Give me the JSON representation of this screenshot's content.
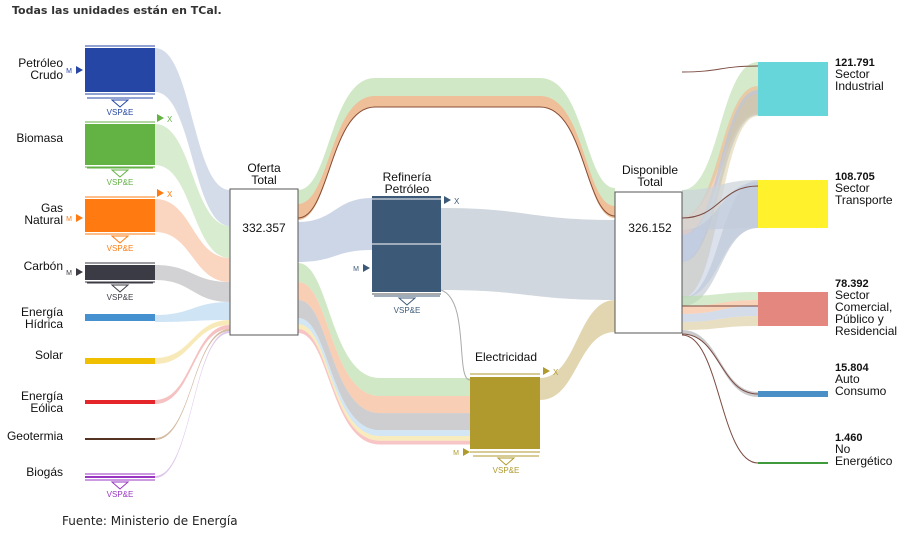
{
  "note": "Todas las unidades están en TCal.",
  "source": "Fuente: Ministerio de Energía",
  "sources": [
    {
      "id": "petroleo",
      "lines": [
        "Petróleo",
        "Crudo"
      ],
      "color": "#2546a5",
      "tags": [
        "M"
      ],
      "vsp": "VSP&E"
    },
    {
      "id": "biomasa",
      "lines": [
        "Biomasa"
      ],
      "color": "#63b244",
      "tags": [
        "X"
      ],
      "vsp": "VSP&E"
    },
    {
      "id": "gas",
      "lines": [
        "Gas",
        "Natural"
      ],
      "color": "#ff7b12",
      "tags": [
        "X",
        "M"
      ],
      "vsp": "VSP&E"
    },
    {
      "id": "carbon",
      "lines": [
        "Carbón"
      ],
      "color": "#3b3b45",
      "tags": [
        "M"
      ],
      "vsp": "VSP&E"
    },
    {
      "id": "hidrica",
      "lines": [
        "Energía",
        "Hídrica"
      ],
      "color": "#4590cf",
      "tags": [],
      "vsp": ""
    },
    {
      "id": "solar",
      "lines": [
        "Solar"
      ],
      "color": "#f0c000",
      "tags": [],
      "vsp": ""
    },
    {
      "id": "eolica",
      "lines": [
        "Energía",
        "Eólica"
      ],
      "color": "#e4262b",
      "tags": [],
      "vsp": ""
    },
    {
      "id": "geotermia",
      "lines": [
        "Geotermia"
      ],
      "color": "#553322",
      "tags": [],
      "vsp": ""
    },
    {
      "id": "biogas",
      "lines": [
        "Biogás"
      ],
      "color": "#9a35c2",
      "tags": [],
      "vsp": "VSP&E"
    }
  ],
  "oferta": {
    "lines": [
      "Oferta",
      "Total"
    ],
    "value": "332.357"
  },
  "refineria": {
    "lines": [
      "Refinería",
      "Petróleo"
    ],
    "tags": [
      "X",
      "M"
    ],
    "vsp": "VSP&E"
  },
  "electricidad": {
    "label": "Electricidad",
    "color": "#b09a2e",
    "tags": [
      "X",
      "M"
    ],
    "vsp": "VSP&E"
  },
  "disponible": {
    "lines": [
      "Disponible",
      "Total"
    ],
    "value": "326.152"
  },
  "sinks": [
    {
      "id": "industrial",
      "value": "121.791",
      "lines": [
        "Sector",
        "Industrial"
      ],
      "color": "#66d6da"
    },
    {
      "id": "transporte",
      "value": "108.705",
      "lines": [
        "Sector",
        "Transporte"
      ],
      "color": "#fff22c"
    },
    {
      "id": "comercial",
      "value": "78.392",
      "lines": [
        "Sector",
        "Comercial,",
        "Público y",
        "Residencial"
      ],
      "color": "#e3877f"
    },
    {
      "id": "autoconsumo",
      "value": "15.804",
      "lines": [
        "Auto",
        "Consumo"
      ],
      "color": "#4a8fc6"
    },
    {
      "id": "noenergetico",
      "value": "1.460",
      "lines": [
        "No",
        "Energético"
      ],
      "color": "#3f9a3c"
    }
  ],
  "colors": {
    "flow_alpha": "0.45",
    "node_border": "#555555",
    "node_fill": "#ffffff",
    "refineria": "#3c5a78"
  }
}
